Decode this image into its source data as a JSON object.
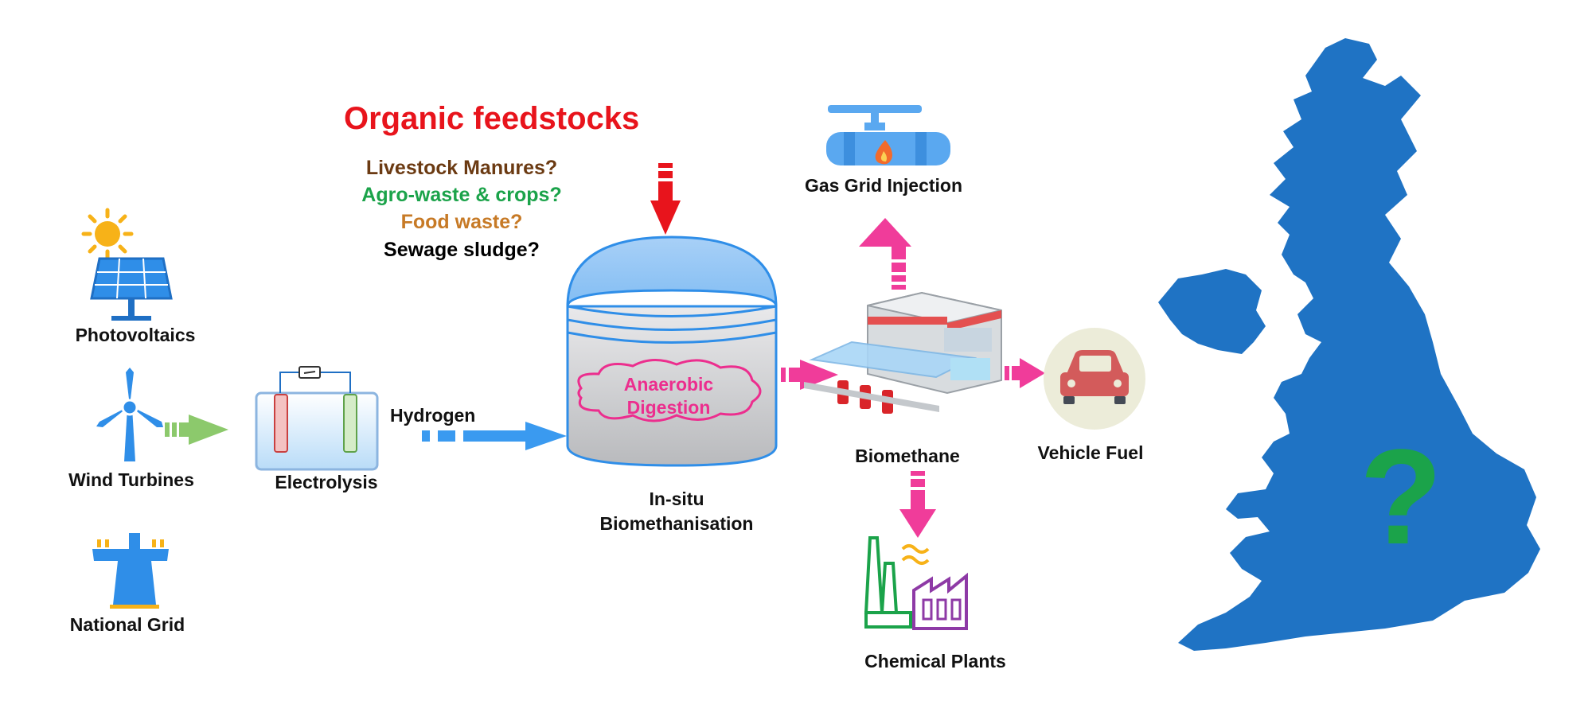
{
  "title": "Organic feedstocks",
  "feedstocks": [
    {
      "label": "Livestock Manures?",
      "color": "#6b3a12"
    },
    {
      "label": "Agro-waste & crops?",
      "color": "#1ba34a"
    },
    {
      "label": "Food waste?",
      "color": "#c77a26"
    },
    {
      "label": "Sewage sludge?",
      "color": "#000000"
    }
  ],
  "sources": {
    "photovoltaics": "Photovoltaics",
    "wind": "Wind Turbines",
    "grid": "National Grid"
  },
  "electrolysis": "Electrolysis",
  "hydrogen": "Hydrogen",
  "digester": {
    "line1": "Anaerobic",
    "line2": "Digestion",
    "caption1": "In-situ",
    "caption2": "Biomethanisation"
  },
  "outputs": {
    "gas_grid": "Gas Grid Injection",
    "biomethane": "Biomethane",
    "vehicle": "Vehicle Fuel",
    "chemical": "Chemical Plants"
  },
  "map": {
    "mark": "?"
  },
  "colors": {
    "title": "#e8141c",
    "blue": "#1f73c4",
    "arrow_blue": "#3a9af0",
    "arrow_pink": "#f03c9a",
    "arrow_red": "#e8141c",
    "arrow_green": "#8cc96c",
    "question": "#1ba34a"
  }
}
